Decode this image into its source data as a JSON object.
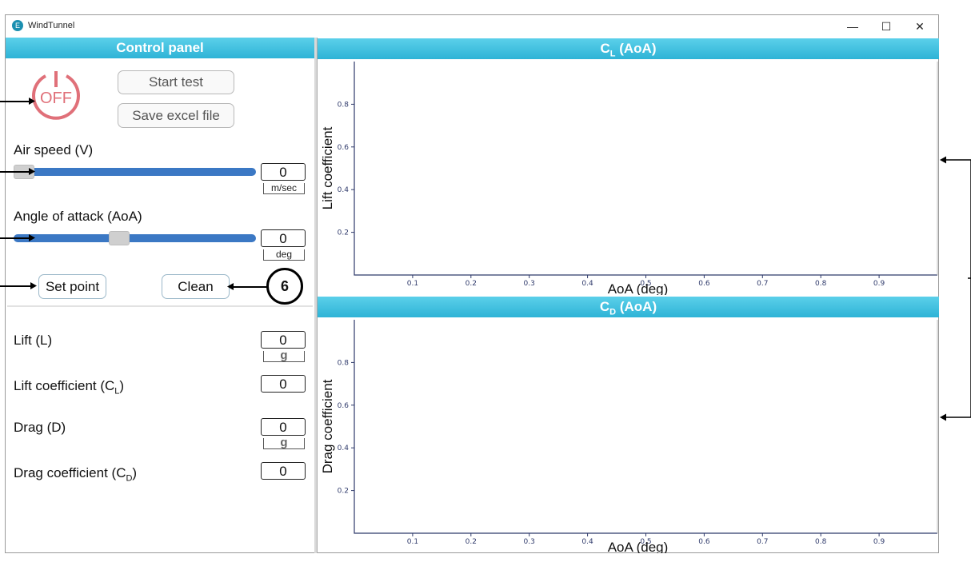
{
  "window": {
    "title": "WindTunnel",
    "icon_letter": "E",
    "controls": {
      "minimize": "—",
      "maximize": "☐",
      "close": "✕"
    }
  },
  "control_panel": {
    "title": "Control panel",
    "power_label": "OFF",
    "start_test": "Start test",
    "save_excel": "Save excel file",
    "air_speed": {
      "label": "Air speed (V)",
      "value": "0",
      "unit": "m/sec",
      "slider_level": 0.0
    },
    "aoa": {
      "label": "Angle of attack (AoA)",
      "value": "0",
      "unit": "deg",
      "slider_level": 0.45
    },
    "set_point": "Set point",
    "clean": "Clean",
    "annotation_number": "6"
  },
  "readouts": {
    "lift": {
      "label": "Lift (L)",
      "value": "0",
      "unit": "g"
    },
    "lift_coefficient": {
      "label_main": "Lift coefficient (C",
      "label_sub": "L",
      "label_end": ")",
      "value": "0"
    },
    "drag": {
      "label": "Drag (D)",
      "value": "0",
      "unit": "g"
    },
    "drag_coefficient": {
      "label_main": "Drag coefficient (C",
      "label_sub": "D",
      "label_end": ")",
      "value": "0"
    }
  },
  "charts_text": {
    "cl_header_main": "C",
    "cl_header_sub": "L",
    "cl_header_end": " (AoA)",
    "cd_header_main": "C",
    "cd_header_sub": "D",
    "cd_header_end": " (AoA)"
  },
  "chart_data": [
    {
      "type": "line",
      "title": "CL (AoA)",
      "xlabel": "AoA (deg)",
      "ylabel": "Lift coefficient",
      "x_ticks": [
        0.1,
        0.2,
        0.3,
        0.4,
        0.5,
        0.6,
        0.7,
        0.8,
        0.9
      ],
      "y_ticks": [
        0.2,
        0.4,
        0.6,
        0.8
      ],
      "xlim": [
        0,
        1
      ],
      "ylim": [
        0,
        1
      ],
      "series": []
    },
    {
      "type": "line",
      "title": "CD (AoA)",
      "xlabel": "AoA (deg)",
      "ylabel": "Drag coefficient",
      "x_ticks": [
        0.1,
        0.2,
        0.3,
        0.4,
        0.5,
        0.6,
        0.7,
        0.8,
        0.9
      ],
      "y_ticks": [
        0.2,
        0.4,
        0.6,
        0.8
      ],
      "xlim": [
        0,
        1
      ],
      "ylim": [
        0,
        1
      ],
      "series": []
    }
  ],
  "colors": {
    "header": "#2eb3d6",
    "slider": "#3b78c4",
    "power": "#e07079",
    "tick": "#2f3a6b"
  }
}
